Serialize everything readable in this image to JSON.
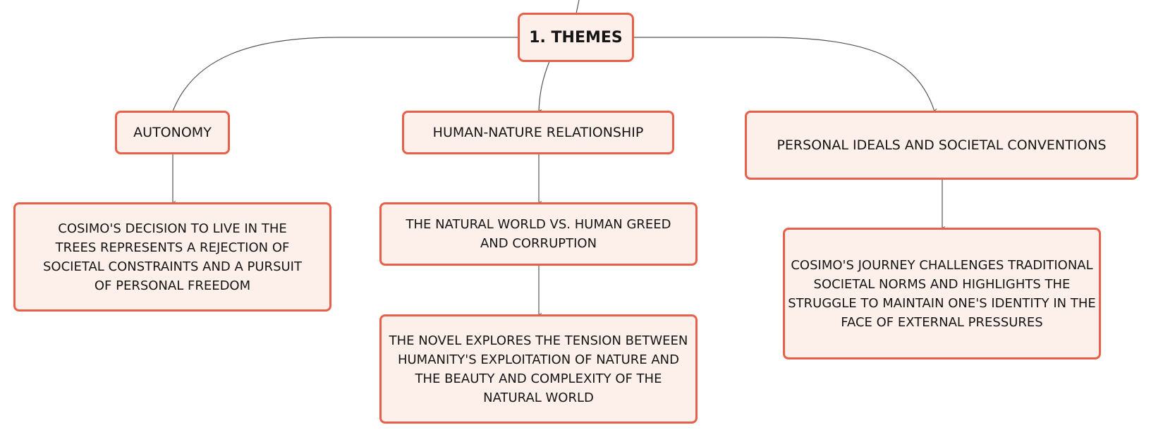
{
  "diagram": {
    "root": {
      "label": "1. THEMES"
    },
    "topics": [
      {
        "label": "AUTONOMY",
        "detail": "COSIMO'S DECISION TO LIVE IN THE TREES REPRESENTS A REJECTION OF SOCIETAL CONSTRAINTS AND A PURSUIT OF PERSONAL FREEDOM"
      },
      {
        "label": "HUMAN-NATURE RELATIONSHIP",
        "detail": "THE NATURAL WORLD VS. HUMAN GREED AND CORRUPTION",
        "subdetail": "THE NOVEL EXPLORES THE TENSION BETWEEN HUMANITY'S EXPLOITATION OF NATURE AND THE BEAUTY AND COMPLEXITY OF THE NATURAL WORLD"
      },
      {
        "label": "PERSONAL IDEALS AND SOCIETAL CONVENTIONS",
        "detail": "COSIMO'S JOURNEY CHALLENGES TRADITIONAL SOCIETAL NORMS AND HIGHLIGHTS THE STRUGGLE TO MAINTAIN ONE'S IDENTITY IN THE FACE OF EXTERNAL PRESSURES"
      }
    ]
  },
  "colors": {
    "node_border": "#e8604a",
    "node_fill": "#fdf0ea",
    "connector": "#555555",
    "text": "#151515"
  }
}
